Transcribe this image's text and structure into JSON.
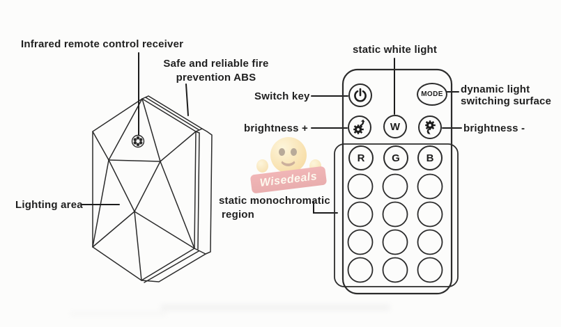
{
  "labels": {
    "infrared_receiver": "Infrared remote control receiver",
    "safe_abs_line1": "Safe and reliable fire",
    "safe_abs_line2": "prevention ABS",
    "lighting_area": "Lighting area",
    "static_mono_line1": "static monochromatic",
    "static_mono_line2": "region",
    "switch_key": "Switch key",
    "brightness_plus": "brightness +",
    "static_white_light": "static white light",
    "dynamic_line1": "dynamic light",
    "dynamic_line2": "switching surface",
    "brightness_minus": "brightness -"
  },
  "remote": {
    "mode_label": "MODE",
    "white_label": "W",
    "rgb_labels": [
      "R",
      "G",
      "B"
    ]
  },
  "watermark": {
    "text": "Wisedeals"
  },
  "icons": {
    "power": "power-icon",
    "brightness_up": "gear-arrow-up-icon",
    "brightness_down": "gear-arrow-down-icon",
    "receiver": "ir-receiver-icon"
  },
  "colors": {
    "line": "#2b2b2b",
    "background": "#fcfcfb",
    "watermark_red": "#d9534f",
    "watermark_yellow": "#f3b93f"
  }
}
